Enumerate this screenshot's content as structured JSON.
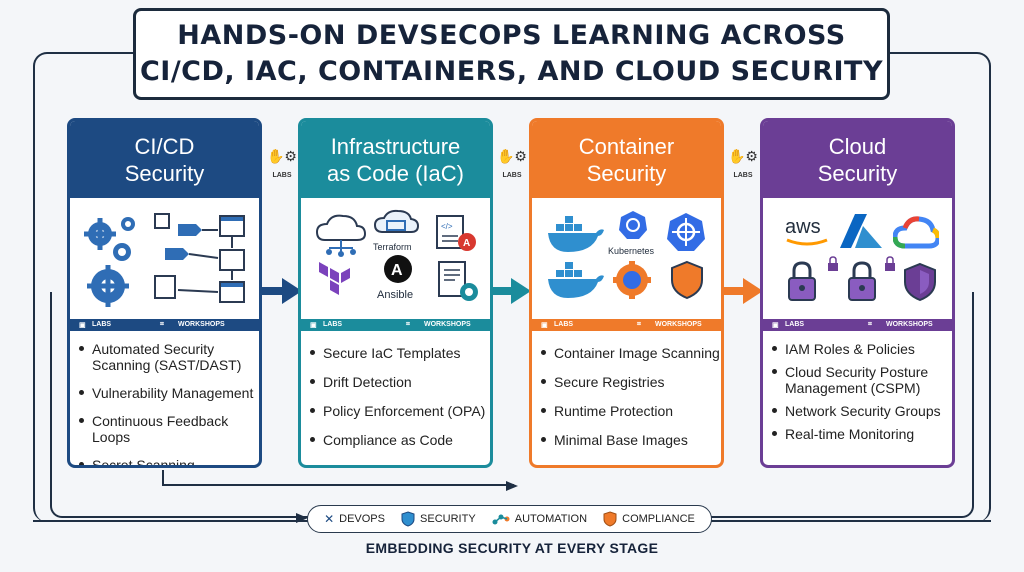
{
  "title": {
    "line1": "HANDS-ON DEVSECOPS LEARNING ACROSS",
    "line2": "CI/CD, IAC, CONTAINERS, AND CLOUD SECURITY"
  },
  "colors": {
    "cicd": "#1d4a82",
    "iac": "#1b8c9c",
    "container": "#ef7a2a",
    "cloud": "#6b3e95"
  },
  "side_labels": [
    "LABS",
    "LABS",
    "LABS"
  ],
  "cards": [
    {
      "title": "CI/CD Security",
      "strip": {
        "labs": "LABS",
        "workshops": "WORKSHOPS"
      },
      "items": [
        "Automated Security Scanning (SAST/DAST)",
        "Vulnerability Management",
        "Continuous Feedback Loops",
        "Secret Scanning"
      ]
    },
    {
      "title": "Infrastructure as Code (IaC)",
      "icon_labels": {
        "terraform": "Terraform",
        "ansible": "Ansible"
      },
      "strip": {
        "labs": "LABS",
        "workshops": "WORKSHOPS"
      },
      "items": [
        "Secure IaC Templates",
        "Drift Detection",
        "Policy Enforcement (OPA)",
        "Compliance as Code"
      ]
    },
    {
      "title": "Container Security",
      "icon_labels": {
        "kubernetes": "Kubernetes"
      },
      "strip": {
        "labs": "LABS",
        "workshops": "WORKSHOPS"
      },
      "items": [
        "Container Image Scanning",
        "Secure Registries",
        "Runtime Protection",
        "Minimal Base Images"
      ]
    },
    {
      "title": "Cloud Security",
      "icon_labels": {
        "aws": "aws"
      },
      "strip": {
        "labs": "LABS",
        "workshops": "WORKSHOPS"
      },
      "items": [
        "IAM Roles & Policies",
        "Cloud Security Posture Management (CSPM)",
        "Network Security Groups",
        "Real-time Monitoring"
      ]
    }
  ],
  "legend": [
    {
      "label": "DEVOPS",
      "icon": "devops-tools-icon"
    },
    {
      "label": "SECURITY",
      "icon": "shield-icon"
    },
    {
      "label": "AUTOMATION",
      "icon": "automation-icon"
    },
    {
      "label": "COMPLIANCE",
      "icon": "compliance-shield-icon"
    }
  ],
  "footer": "EMBEDDING SECURITY AT EVERY STAGE"
}
